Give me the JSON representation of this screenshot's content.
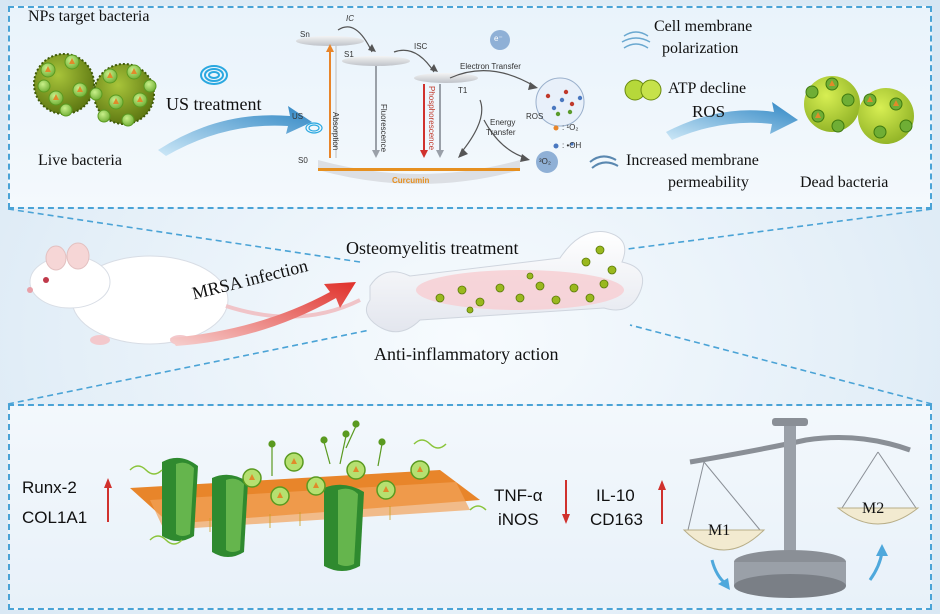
{
  "top": {
    "nps_target": "NPs target bacteria",
    "live_bacteria": "Live bacteria",
    "us_treatment": "US treatment",
    "diagram": {
      "sn": "Sn",
      "s1": "S1",
      "s0": "S0",
      "t1": "T1",
      "ic": "IC",
      "isc": "ISC",
      "us": "US",
      "absorption": "Absorption",
      "fluorescence": "Fluorescence",
      "phosphorescence": "Phosphorescence",
      "curcumin": "Curcumin",
      "electron": "e⁻",
      "electron_transfer": "Electron Transfer",
      "energy_transfer_1": "Energy",
      "energy_transfer_2": "Transfer",
      "ros": "ROS",
      "singlet_o2": ": ¹O₂",
      "hydroxyl": ": •OH",
      "triplet_o2": "³O₂"
    },
    "cell_membrane_1": "Cell membrane",
    "cell_membrane_2": "polarization",
    "atp_decline": "ATP decline",
    "ros_label": "ROS",
    "permeability_1": "Increased membrane",
    "permeability_2": "permeability",
    "dead_bacteria": "Dead bacteria"
  },
  "middle": {
    "osteomyelitis": "Osteomyelitis treatment",
    "mrsa": "MRSA infection",
    "anti_inflammatory": "Anti-inflammatory action"
  },
  "bottom": {
    "runx2": "Runx-2",
    "col1a1": "COL1A1",
    "tnfa": "TNF-α",
    "inos": "iNOS",
    "il10": "IL-10",
    "cd163": "CD163",
    "m1": "M1",
    "m2": "M2"
  },
  "colors": {
    "up_arrow": "#d0312d",
    "down_arrow": "#d0312d",
    "dash_border": "#4aa3d6",
    "bacteria": "#7a9a1a",
    "membrane": "#e8852a",
    "protein": "#2f8a2f",
    "curcumin": "#e69020"
  }
}
